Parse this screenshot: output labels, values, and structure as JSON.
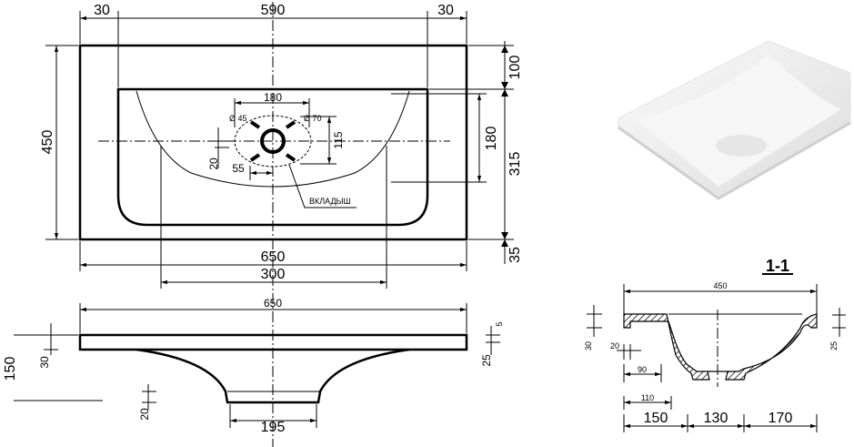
{
  "top_view": {
    "dim_left_margin": "30",
    "dim_inner_width": "590",
    "dim_right_margin": "30",
    "dim_depth": "450",
    "dim_back": "100",
    "dim_basin": "315",
    "dim_front": "35",
    "dim_basin_inner": "180",
    "dim_total_width": "650",
    "dim_basin_width": "300",
    "drain": {
      "dim_width": "180",
      "dim_height": "115",
      "dia_small": "Ø 45",
      "dia_large": "Ø 70",
      "dim_offset_v": "20",
      "dim_offset_h": "55",
      "insert_label": "ВКЛАДЫШ"
    }
  },
  "side_view": {
    "dim_width": "650",
    "dim_height": "150",
    "dim_slab": "30",
    "dim_edge": "5",
    "dim_edge2": "25",
    "dim_bottom": "20",
    "dim_bottom_width": "195"
  },
  "section": {
    "title": "1-1",
    "dim_width": "450",
    "dim_left_h": "30",
    "dim_right_h": "25",
    "dim_wall": "20",
    "dim_90": "90",
    "dim_110": "110",
    "dim_150": "150",
    "dim_130": "130",
    "dim_170": "170"
  }
}
